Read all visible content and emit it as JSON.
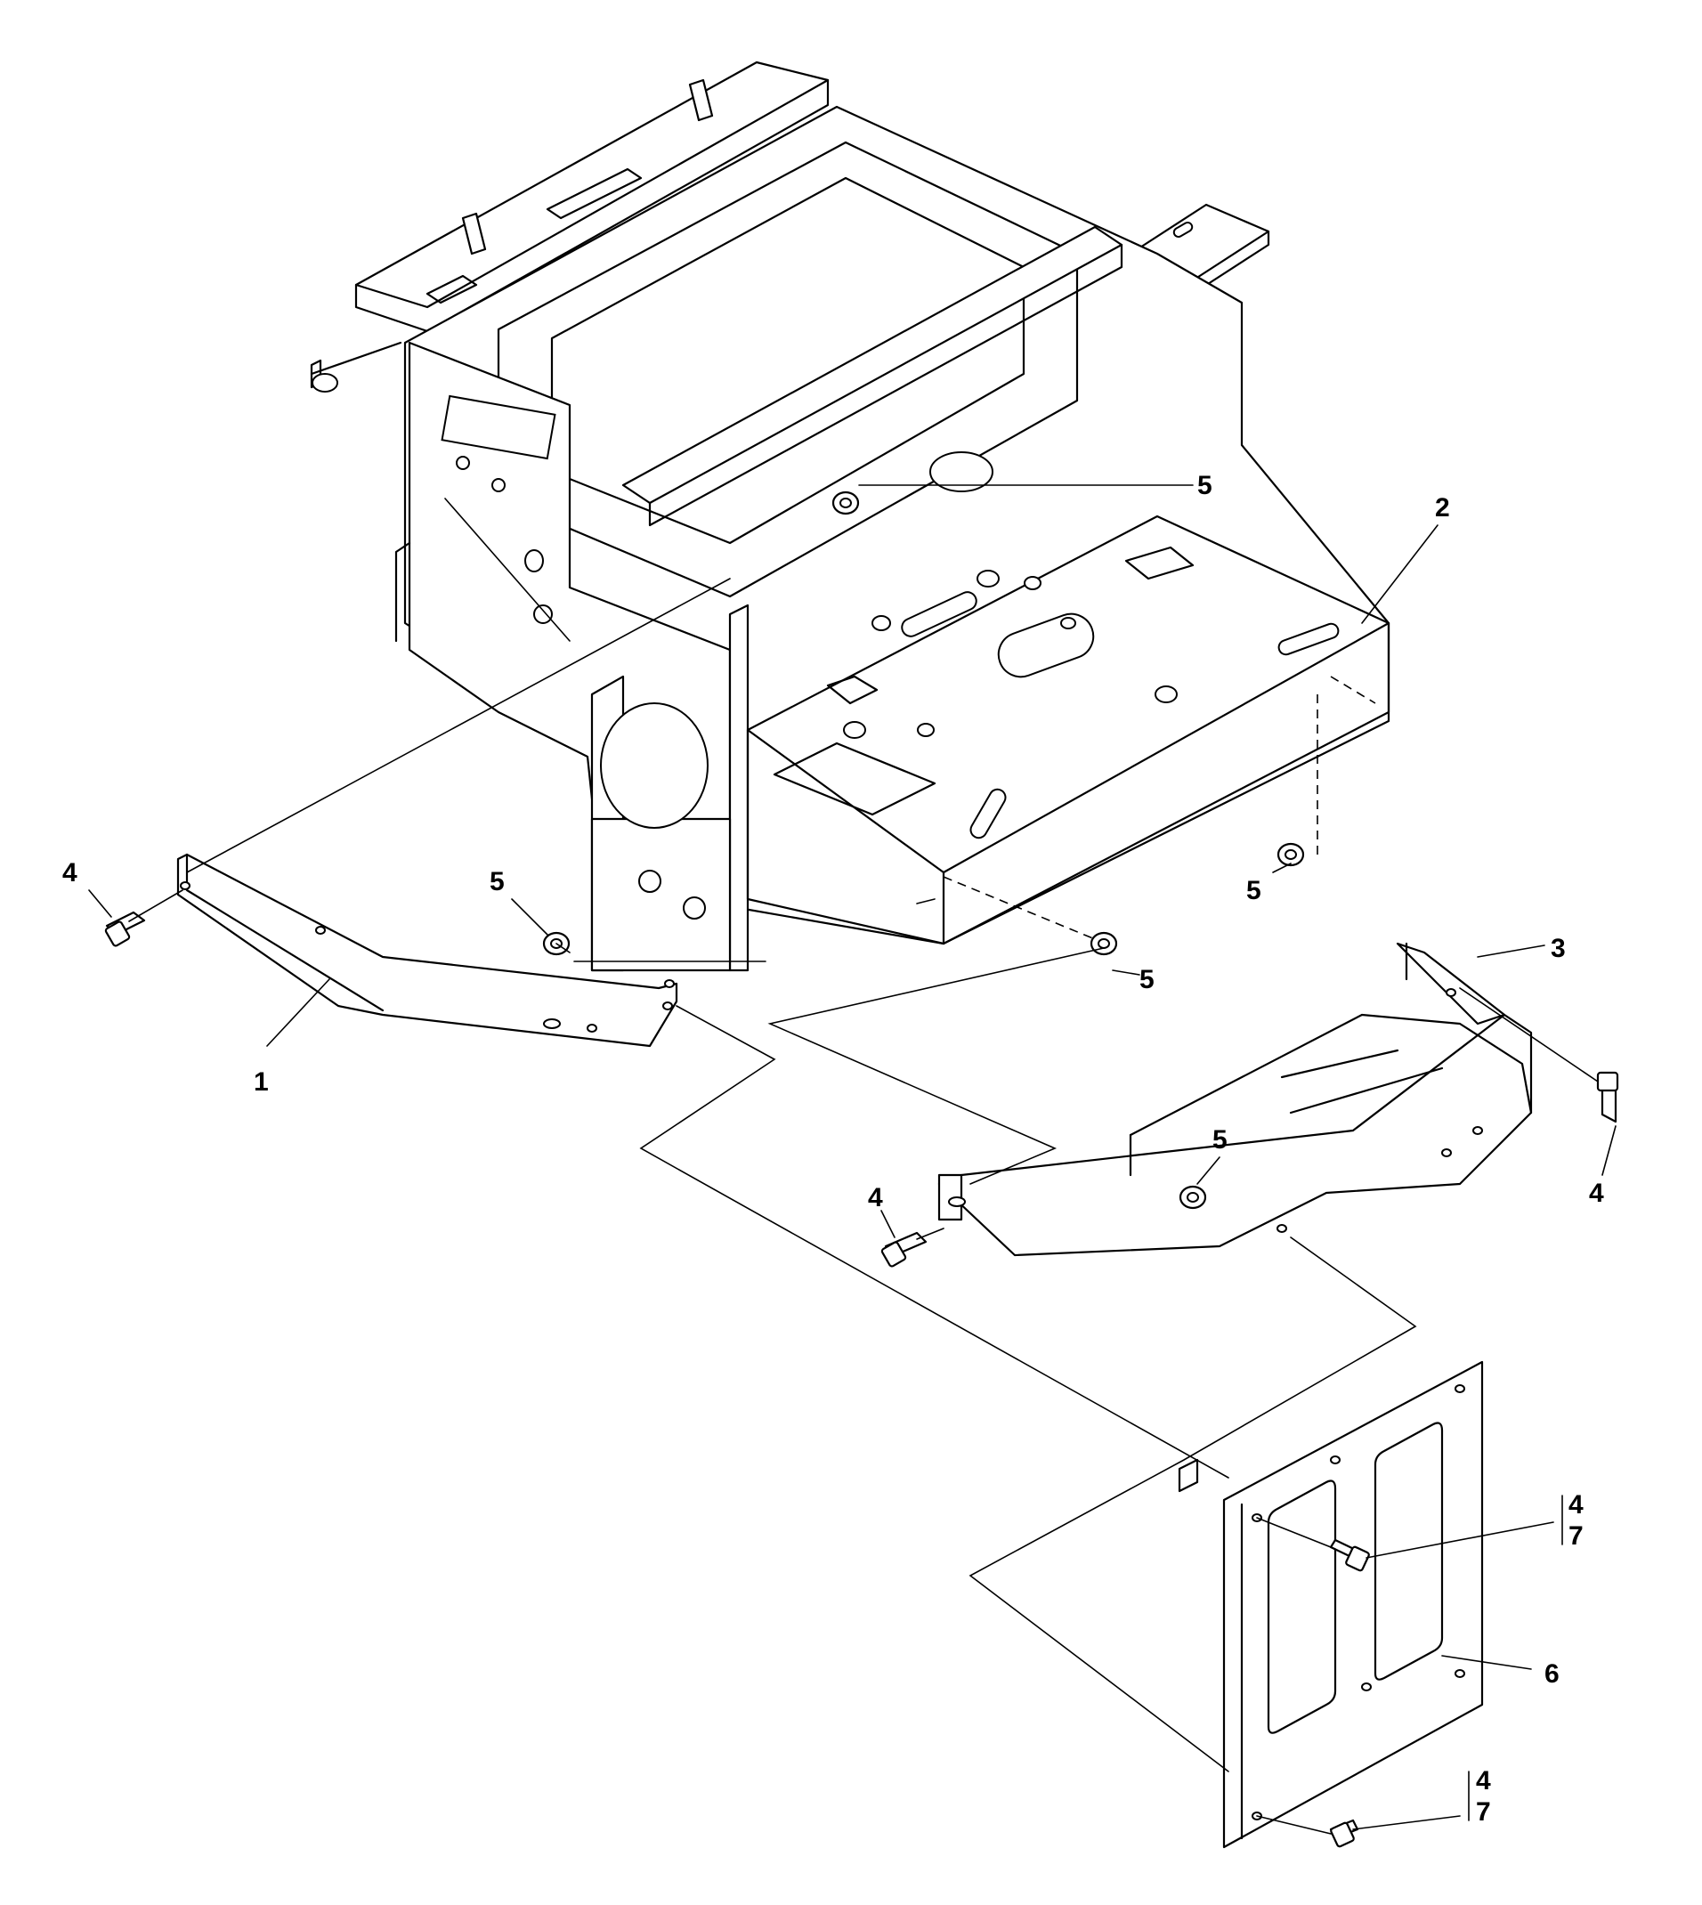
{
  "callouts": {
    "item1": "1",
    "item2": "2",
    "item3": "3",
    "item4_left": "4",
    "item4_mid": "4",
    "item4_right": "4",
    "item4_plate_upper": "4",
    "item7_plate_upper": "7",
    "item4_plate_lower": "4",
    "item7_plate_lower": "7",
    "item5_top": "5",
    "item5_bracket1": "5",
    "item5_right_upper": "5",
    "item5_center": "5",
    "item5_bracket3": "5",
    "item6": "6"
  },
  "colors": {
    "line": "#000000",
    "background": "#ffffff"
  }
}
